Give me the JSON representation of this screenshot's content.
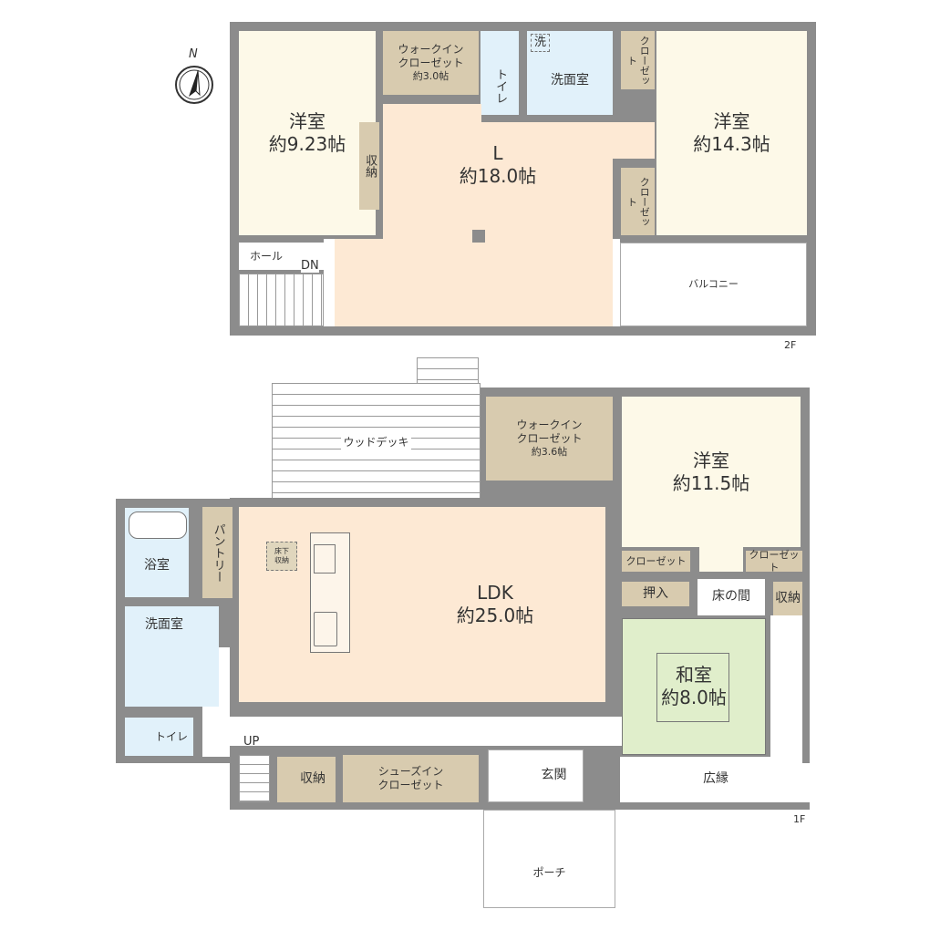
{
  "compass": {
    "label": "N"
  },
  "floor2": {
    "label": "2F",
    "rooms": {
      "western_a": {
        "name": "洋室",
        "area": "約9.23帖"
      },
      "wic": {
        "name": "ウォークイン\nクローゼット",
        "name1": "ウォークイン",
        "name2": "クローゼット",
        "area": "約3.0帖"
      },
      "toilet": {
        "name": "トイレ"
      },
      "washroom": {
        "name": "洗面室",
        "washer": "洗"
      },
      "closet_top": {
        "name": "クローゼット"
      },
      "western_b": {
        "name": "洋室",
        "area": "約14.3帖"
      },
      "storage": {
        "name": "収納"
      },
      "living": {
        "name": "L",
        "area": "約18.0帖"
      },
      "closet_mid": {
        "name": "クローゼット"
      },
      "hall": {
        "name": "ホール",
        "stairs": "DN"
      },
      "balcony": {
        "name": "バルコニー"
      }
    }
  },
  "floor1": {
    "label": "1F",
    "rooms": {
      "wood_deck": {
        "name": "ウッドデッキ"
      },
      "wic": {
        "name1": "ウォークイン",
        "name2": "クローゼット",
        "area": "約3.6帖"
      },
      "western": {
        "name": "洋室",
        "area": "約11.5帖"
      },
      "closet_a": {
        "name": "クローゼット"
      },
      "closet_b": {
        "name": "クローゼット"
      },
      "pantry": {
        "name": "パントリー"
      },
      "underfloor": {
        "name1": "床下",
        "name2": "収納"
      },
      "ldk": {
        "name": "LDK",
        "area": "約25.0帖"
      },
      "bath": {
        "name": "浴室"
      },
      "washroom": {
        "name": "洗面室"
      },
      "toilet": {
        "name": "トイレ"
      },
      "oshiire": {
        "name": "押入"
      },
      "tokonoma": {
        "name": "床の間"
      },
      "storage_j": {
        "name": "収納"
      },
      "washitsu": {
        "name": "和室",
        "area": "約8.0帖"
      },
      "engawa": {
        "name": "広縁"
      },
      "stairs": {
        "name": "UP"
      },
      "storage": {
        "name": "収納"
      },
      "shoe_closet": {
        "name1": "シューズイン",
        "name2": "クローゼット"
      },
      "entrance": {
        "name": "玄関"
      },
      "porch": {
        "name": "ポーチ"
      }
    }
  },
  "colors": {
    "wall": "#8c8c8c",
    "western": "#fdf9e8",
    "living": "#fde9d4",
    "storage": "#d8cbaf",
    "wet": "#e1f1fa",
    "washitsu": "#e0eecb"
  }
}
